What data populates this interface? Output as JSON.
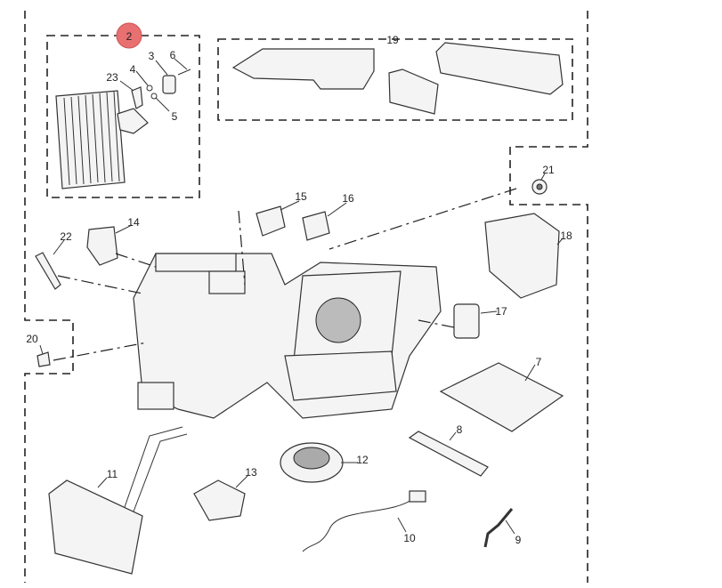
{
  "diagram": {
    "highlight_color": "#e87070",
    "callouts": [
      {
        "id": "2",
        "label": "2",
        "highlighted": true
      },
      {
        "id": "3",
        "label": "3"
      },
      {
        "id": "4",
        "label": "4"
      },
      {
        "id": "5",
        "label": "5"
      },
      {
        "id": "6",
        "label": "6"
      },
      {
        "id": "7",
        "label": "7"
      },
      {
        "id": "8",
        "label": "8"
      },
      {
        "id": "9",
        "label": "9"
      },
      {
        "id": "10",
        "label": "10"
      },
      {
        "id": "11",
        "label": "11"
      },
      {
        "id": "12",
        "label": "12"
      },
      {
        "id": "13",
        "label": "13"
      },
      {
        "id": "14",
        "label": "14"
      },
      {
        "id": "15",
        "label": "15"
      },
      {
        "id": "16",
        "label": "16"
      },
      {
        "id": "17",
        "label": "17"
      },
      {
        "id": "18",
        "label": "18"
      },
      {
        "id": "19",
        "label": "19"
      },
      {
        "id": "20",
        "label": "20"
      },
      {
        "id": "21",
        "label": "21"
      },
      {
        "id": "22",
        "label": "22"
      },
      {
        "id": "23",
        "label": "23"
      }
    ]
  }
}
